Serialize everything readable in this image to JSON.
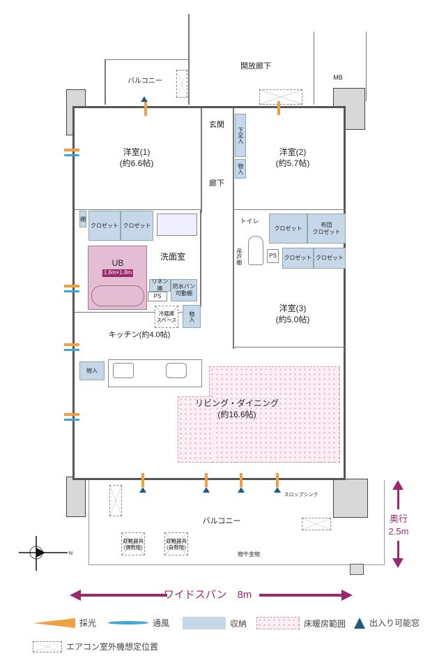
{
  "rooms": {
    "balcony_top": "バルコニー",
    "open_corridor": "開放廊下",
    "mb": "MB",
    "entrance": "玄関",
    "shoe_storage": "下足入",
    "storage_entry": "物入",
    "hallway": "廊下",
    "western1_name": "洋室(1)",
    "western1_size": "(約6.6帖)",
    "western2_name": "洋室(2)",
    "western2_size": "(約5.7帖)",
    "western3_name": "洋室(3)",
    "western3_size": "(約5.0帖)",
    "shelf": "棚",
    "closet": "クロゼット",
    "futon_closet_1": "布団",
    "futon_closet_2": "クロゼット",
    "washroom": "洗面室",
    "toilet": "トイレ",
    "hanging_shelf": "吊戸棚",
    "ps": "PS",
    "ub": "UB",
    "ub_size": "1.6m×1.8m",
    "linen": "リネン庫",
    "waterproof_pan": "防水パン",
    "movable_shelf": "可動棚",
    "fridge_1": "冷蔵庫",
    "fridge_2": "スペース",
    "storage": "物入",
    "kitchen": "キッチン(約4.0帖)",
    "living_name": "リビング・ダイニング",
    "living_size": "(約16.6帖)",
    "balcony_bottom": "バルコニー",
    "slop_sink": "スロップシンク",
    "evac_even_1": "避難器具",
    "evac_even_2": "(偶数階)",
    "evac_odd_1": "避難器具",
    "evac_odd_2": "(奇数階)",
    "laundry_hardware": "物干金物"
  },
  "dimensions": {
    "depth_label": "奥行",
    "depth_value": "2.5m",
    "span_label": "ワイドスパン　8m"
  },
  "compass": {
    "north": "N"
  },
  "legend": {
    "light": "採光",
    "wind": "通風",
    "storage": "収納",
    "floor_heating": "床暖房範囲",
    "door_window": "出入り可能窓",
    "ac_unit": "エアコン室外機想定位置"
  },
  "colors": {
    "light": "#f0a040",
    "wind": "#3aa6d8",
    "storage": "#c6d7ea",
    "floor_heating": "#fbeef4",
    "door_window": "#1f5b86",
    "accent": "#9a2a6c",
    "ub": "#e4bcd4"
  }
}
